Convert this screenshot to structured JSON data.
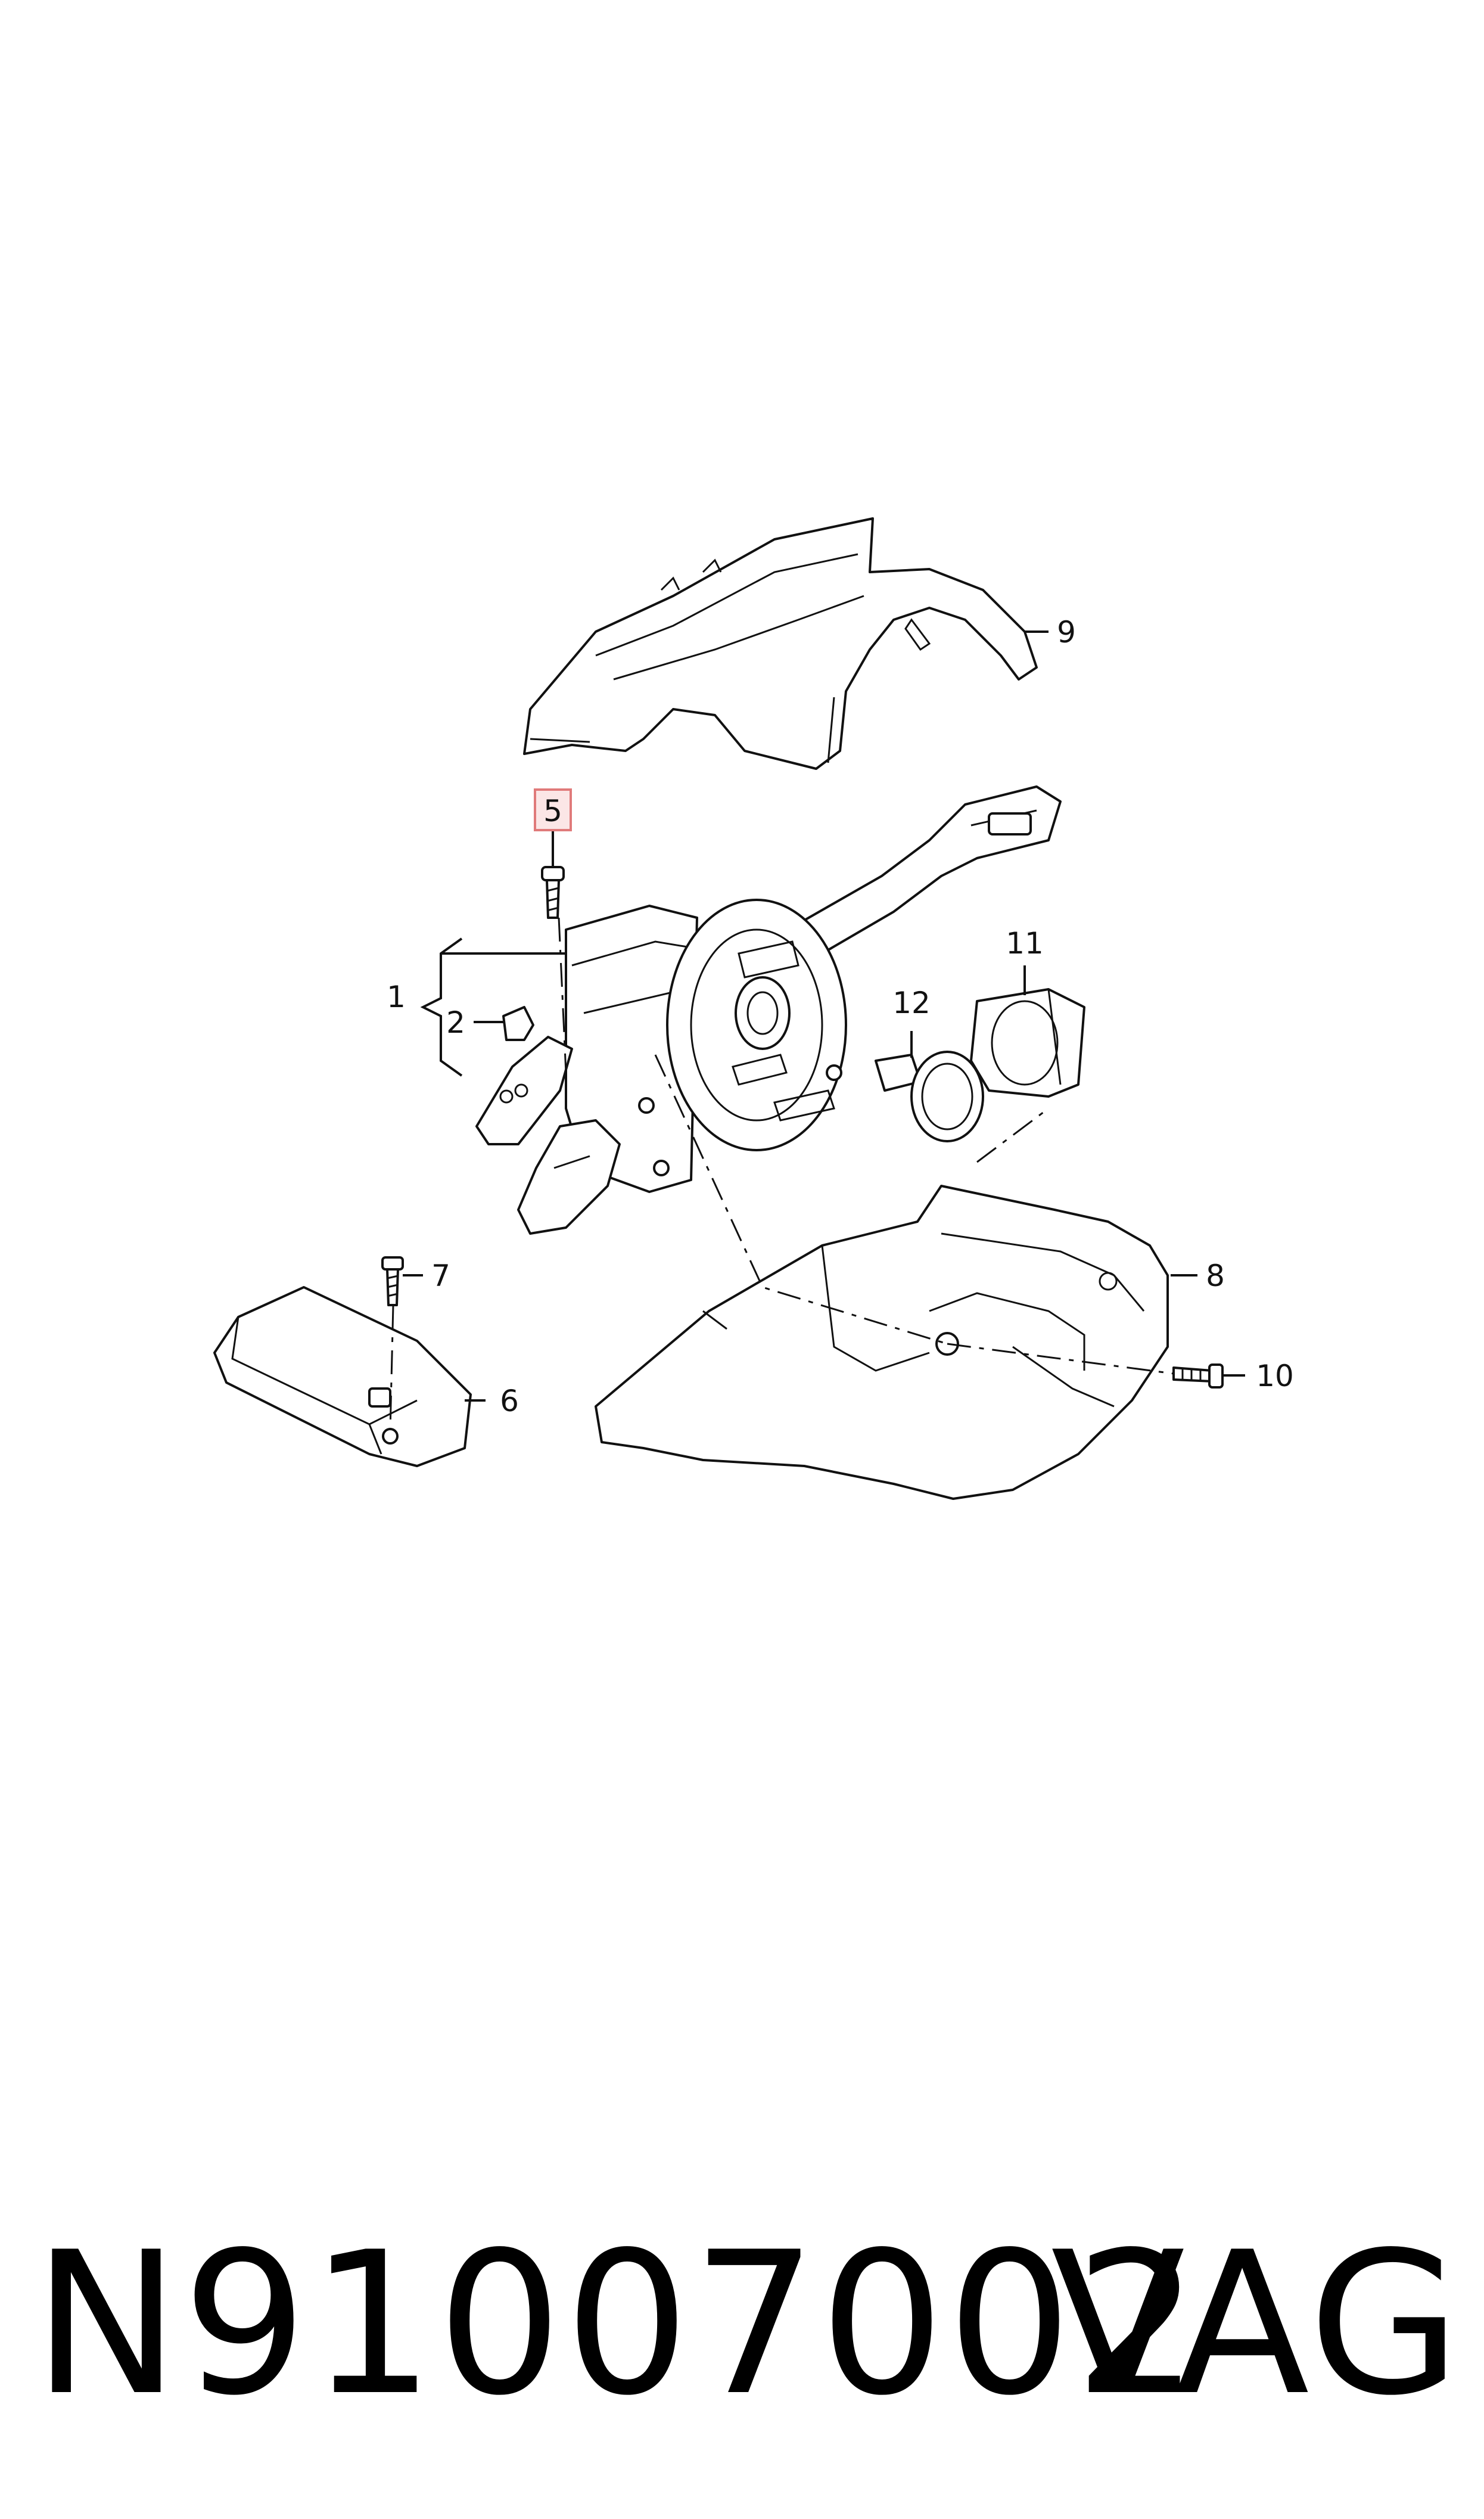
{
  "callouts": {
    "c1": "1",
    "c2": "2",
    "c5": "5",
    "c6": "6",
    "c7": "7",
    "c8": "8",
    "c9": "9",
    "c10": "10",
    "c11": "11",
    "c12": "12"
  },
  "highlight": {
    "callout": "5",
    "border_color": "#e07a7a",
    "fill_color": "#fbe6e6"
  },
  "footer": {
    "part_number": "N91007002",
    "brand": "VAG"
  }
}
